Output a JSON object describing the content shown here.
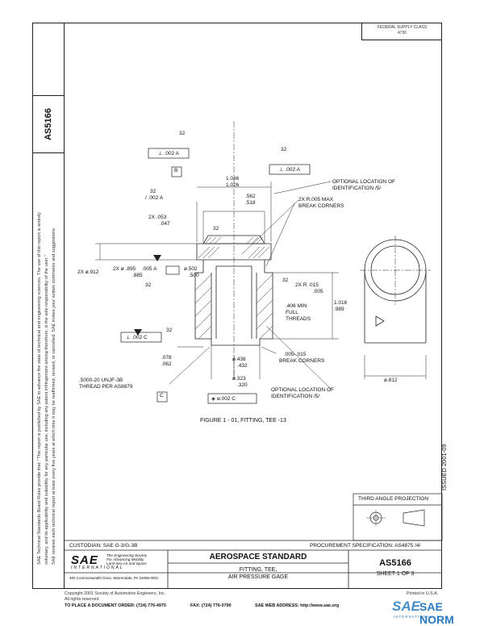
{
  "header": {
    "fsc_line1": "FEDERAL SUPPLY CLASS",
    "fsc_line2": "4730"
  },
  "spine": {
    "doc_number": "AS5166"
  },
  "side_text": {
    "line1": "SAE Technical Standards Board Rules provide that: \"This report is published by SAE to advance the state of technical and engineering sciences. The use of this report is entirely",
    "line2": "voluntary, and its applicability and suitability for any particular use, including any patent infringement arising therefrom, is the sole responsibility of the user.\"",
    "line3": "SAE reviews each technical report at least every five years at which time it may be reaffirmed, revised, or cancelled. SAE invites your written comments and suggestions."
  },
  "drawing": {
    "callouts": {
      "sf1": "32",
      "sf2": "32",
      "sf3": "32",
      "sf4": "32",
      "sf5": "32",
      "sf6": "32",
      "sf7": "32",
      "fcf1_sym": "⊥",
      "fcf1_val": ".002",
      "fcf1_ref": "A",
      "fcf2_sym": "⊥",
      "fcf2_val": ".002",
      "fcf2_ref": "A",
      "fcf3_sym": "/",
      "fcf3_val": ".002",
      "fcf3_ref": "A",
      "fcf4_sym": "⊥",
      "fcf4_val": ".002",
      "fcf4_ref": "C",
      "fcf5_sym": "◈",
      "fcf5_val": "ø.002",
      "fcf5_ref": "C",
      "fcf6_val": ".005",
      "fcf6_ref": "A",
      "datum_b": "B",
      "datum_c": "C",
      "dim_1036": "1.036",
      "dim_1026": "1.026",
      "dim_562": ".562",
      "dim_518": ".518",
      "dim_2x053": "2X .053",
      "dim_047": ".047",
      "opt_loc1a": "OPTIONAL LOCATION OF",
      "opt_loc1b": "IDENTIFICATION /5/",
      "break1a": "2X R.005 MAX",
      "break1b": "BREAK CORNERS",
      "dim_2x912": "2X ø.912",
      "dim_2x895": "2X ø .895",
      "dim_885": ".885",
      "dim_502": "ø.502",
      "dim_500": ".500",
      "dim_2xr015": "2X R .015",
      "dim_r005": ".005",
      "thread_min1": ".406 MIN",
      "thread_min2": "FULL",
      "thread_min3": "THREADS",
      "dim_1016": "1.016",
      "dim_989": ".989",
      "dim_078": ".078",
      "dim_062": ".062",
      "dim_438": "ø.438",
      "dim_432": ".432",
      "dim_323": "ø.323",
      "dim_320": ".320",
      "break2a": ".005-.015",
      "break2b": "BREAK CORNERS",
      "thread_spec1": ".5000-20 UNJF-3B",
      "thread_spec2": "THREAD PER AS8879",
      "opt_loc2a": "OPTIONAL LOCATION OF",
      "opt_loc2b": "IDENTIFICATION /5/",
      "dim_812": "ø.812"
    },
    "figure_caption": "FIGURE 1 - 01, FITTING, TEE -13"
  },
  "third_angle": {
    "label": "THIRD ANGLE PROJECTION"
  },
  "side_date": "ISSUED 2001-09",
  "title_block": {
    "custodian": "CUSTODIAN: SAE G-3/G-3B",
    "procurement": "PROCUREMENT SPECIFICATION: AS4875 /4/",
    "logo_main": "SAE",
    "logo_sub": "INTERNATIONAL",
    "logo_tag1": "The Engineering Society",
    "logo_tag2": "For Advancing Mobility",
    "logo_tag3": "Land Sea Air and Space",
    "logo_addr": "400 Commonwealth Drive, Warrendale, PA 15096-0001",
    "standard_type": "AEROSPACE STANDARD",
    "title1": "FITTING, TEE,",
    "title2": "AIR PRESSURE GAGE",
    "doc_number": "AS5166",
    "sheet": "SHEET 1 OF 3"
  },
  "footer": {
    "copyright1": "Copyright 2001 Society of Automotive Engineers, Inc.",
    "copyright2": "All rights reserved.",
    "printed": "Printed in U.S.A.",
    "order": "TO PLACE A DOCUMENT ORDER:   (724) 776-4970",
    "fax": "FAX:  (724) 776-0790",
    "web": "SAE WEB ADDRESS:  http://www.sae.org"
  },
  "watermark": {
    "brand": "SAE NORM",
    "sub": "INTERNATIONAL"
  },
  "colors": {
    "ink": "#111111",
    "watermark": "#2b7bbf"
  }
}
